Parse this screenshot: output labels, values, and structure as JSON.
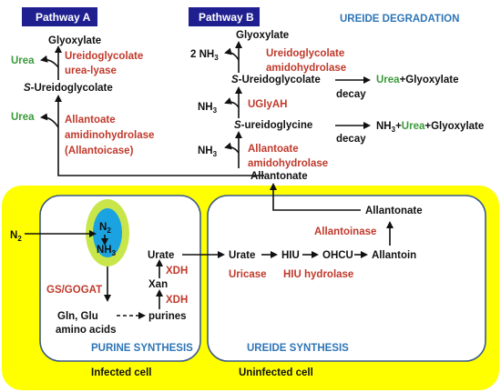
{
  "pathway_a": {
    "title": "Pathway A",
    "glyoxylate": "Glyoxylate",
    "urea_top": "Urea",
    "enzyme_ureidoglycolate_lyase_1": "Ureidoglycolate",
    "enzyme_ureidoglycolate_lyase_2": "urea-lyase",
    "s_prefix": "S",
    "ureidoglycolate_suffix": "-Ureidoglycolate",
    "urea_mid": "Urea",
    "enzyme_allantoicase_1": "Allantoate",
    "enzyme_allantoicase_2": "amidinohydrolase",
    "enzyme_allantoicase_3": "(Allantoicase)"
  },
  "pathway_b": {
    "title": "Pathway B",
    "glyoxylate": "Glyoxylate",
    "two_nh3": "2 NH",
    "nh3_sub": "3",
    "enzyme_ugah_1": "Ureidoglycolate",
    "enzyme_ugah_2": "amidohydrolase",
    "s_prefix": "S",
    "ureidoglycolate_suffix": "-Ureidoglycolate",
    "decay_1": "decay",
    "urea_product": "Urea",
    "glyoxylate_product": "+Glyoxylate",
    "nh3_a": "NH",
    "nh3_a_sub": "3",
    "enzyme_uglyah": "UGlyAH",
    "s_prefix_lower": "S",
    "ureidoglycine_suffix": "-ureidoglycine",
    "decay_2": "decay",
    "nh3_product": "NH",
    "nh3_product_sub": "3",
    "plus_1": "+",
    "urea_product_2": "Urea",
    "glyoxylate_product_2": "+Glyoxylate",
    "nh3_b": "NH",
    "nh3_b_sub": "3",
    "enzyme_aah_1": "Allantoate",
    "enzyme_aah_2": "amidohydrolase",
    "allantonate": "Allantonate"
  },
  "ureide_degradation_title": "UREIDE DEGRADATION",
  "cells": {
    "n2_external": "N",
    "n2_sub": "2",
    "nodule_n2": "N",
    "nodule_n2_sub": "2",
    "nodule_nh3": "NH",
    "nodule_nh3_sub": "3",
    "gs_gogat": "GS/GOGAT",
    "gln_glu": "Gln, Glu",
    "amino_acids": "amino acids",
    "purines": "purines",
    "xan": "Xan",
    "xdh_lower": "XDH",
    "xdh_upper": "XDH",
    "urate_infected": "Urate",
    "purine_synthesis": "PURINE SYNTHESIS",
    "infected_cell": "Infected cell",
    "urate_uninfected": "Urate",
    "uricase": "Uricase",
    "hiu": "HIU",
    "hiu_hydrolase": "HIU hydrolase",
    "ohcu": "OHCU",
    "allantoin": "Allantoin",
    "allantoinase": "Allantoinase",
    "allantonate_cell": "Allantonate",
    "ureide_synthesis": "UREIDE SYNTHESIS",
    "uninfected_cell": "Uninfected cell"
  },
  "colors": {
    "title_tag_bg": "#1f1f8f",
    "yellow_bg": "#ffff00",
    "cell_fill": "#ffffff",
    "cell_border": "#3a5a8a",
    "nodule_outer": "#c8e64a",
    "nodule_inner": "#1aa3e0",
    "enzyme_red": "#c0392b",
    "urea_green": "#3a9a3a",
    "label_blue": "#2e75b6"
  }
}
